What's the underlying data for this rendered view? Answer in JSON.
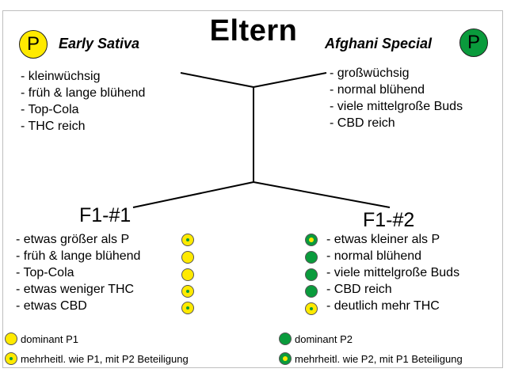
{
  "title": "Eltern",
  "parents": {
    "p1": {
      "badge": "P",
      "name": "Early Sativa",
      "badge_color": "#ffea00",
      "traits": [
        "- kleinwüchsig",
        "- früh & lange blühend",
        "- Top-Cola",
        "- THC reich"
      ]
    },
    "p2": {
      "badge": "P",
      "name": "Afghani Special",
      "badge_color": "#0a9b3c",
      "traits": [
        "- großwüchsig",
        "- normal blühend",
        "- viele mittelgroße Buds",
        "- CBD reich"
      ]
    }
  },
  "offspring": {
    "f1_1": {
      "name": "F1-#1",
      "traits": [
        "- etwas größer als P",
        "- früh & lange blühend",
        "- Top-Cola",
        "- etwas weniger THC",
        "- etwas CBD"
      ],
      "markers": [
        "mixed-yellow",
        "yellow",
        "yellow",
        "mixed-yellow",
        "mixed-yellow"
      ]
    },
    "f1_2": {
      "name": "F1-#2",
      "traits": [
        "- etwas kleiner als P",
        "- normal blühend",
        "- viele mittelgroße Buds",
        "- CBD reich",
        "- deutlich mehr THC"
      ],
      "markers": [
        "mixed-green",
        "green",
        "green",
        "green",
        "mixed-yellow"
      ]
    }
  },
  "legend": {
    "dominant_p1": "dominant P1",
    "mixed_p1": "mehrheitl. wie P1, mit P2 Beteiligung",
    "dominant_p2": "dominant P2",
    "mixed_p2": "mehrheitl. wie P2, mit P1 Beteiligung"
  }
}
